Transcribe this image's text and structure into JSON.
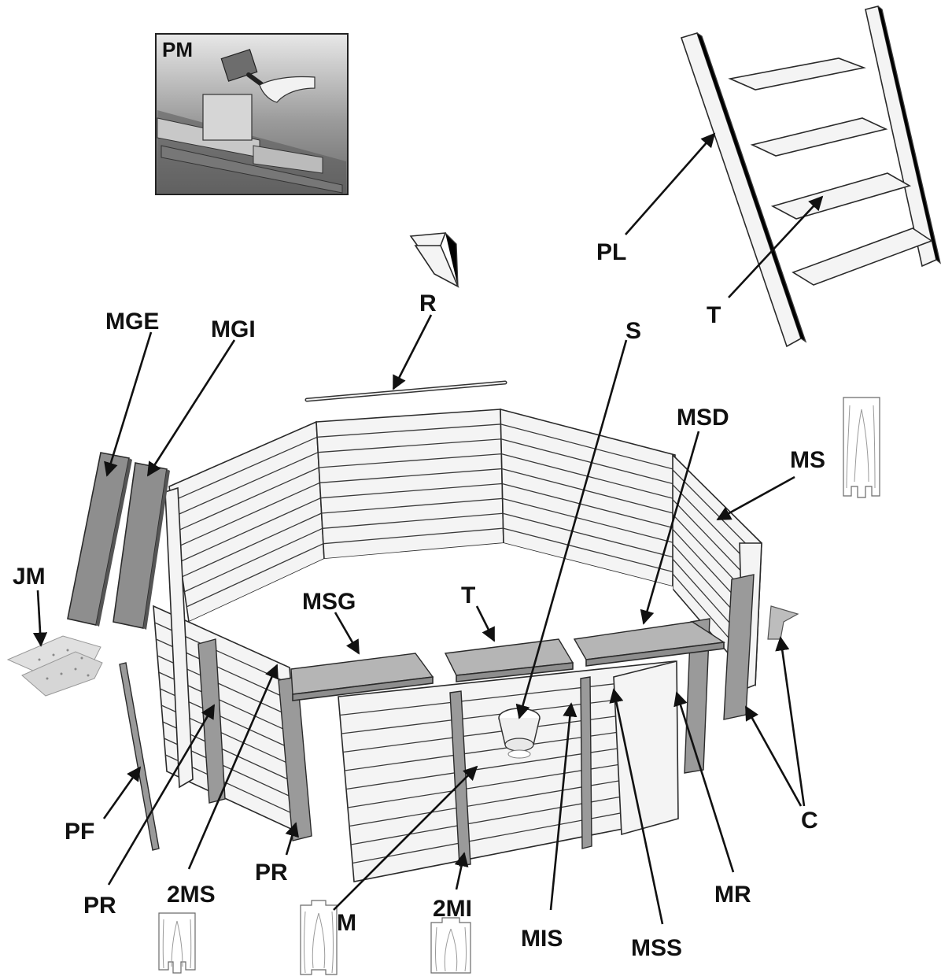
{
  "colors": {
    "ink": "#111111",
    "board_fill": "#f4f4f4",
    "coping_gray": "#8e8e8e",
    "post_gray": "#9a9a9a",
    "inset_background": "#8a8a8a"
  },
  "inset": {
    "label": "PM"
  },
  "labels": {
    "pm": "PM",
    "pl": "PL",
    "t_ladder": "T",
    "r": "R",
    "s": "S",
    "mge": "MGE",
    "mgi": "MGI",
    "msd": "MSD",
    "ms": "MS",
    "jm": "JM",
    "msg": "MSG",
    "t_pool": "T",
    "c": "C",
    "pf": "PF",
    "pr_left": "PR",
    "pr_mid": "PR",
    "two_ms": "2MS",
    "m": "M",
    "two_mi": "2MI",
    "mis": "MIS",
    "mss": "MSS",
    "mr": "MR"
  },
  "icons": {
    "mallet": "mallet-icon",
    "ladder": "ladder-icon",
    "rail_clip": "clip-icon",
    "skimmer": "skimmer-icon",
    "bracket": "bracket-icon"
  }
}
